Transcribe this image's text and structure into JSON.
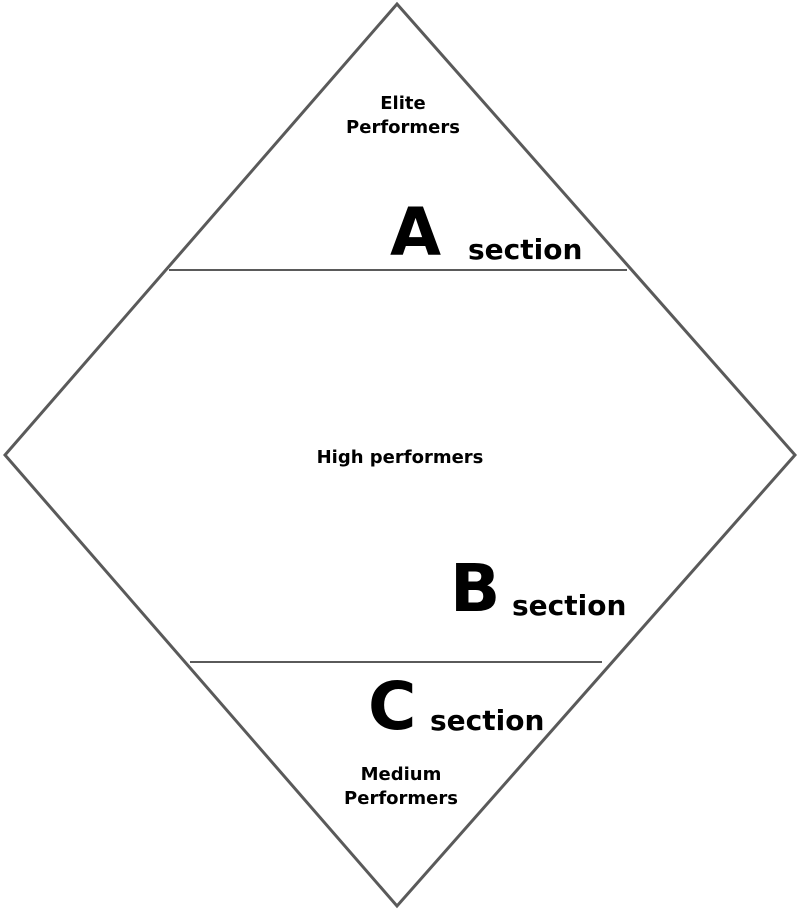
{
  "regions": {
    "a": {
      "label_line1": "Elite",
      "label_line2": "Performers",
      "letter": "A",
      "word": "section"
    },
    "b": {
      "label": "High performers",
      "letter": "B",
      "word": "section"
    },
    "c": {
      "label_line1": "Medium",
      "label_line2": "Performers",
      "letter": "C",
      "word": "section"
    }
  },
  "colors": {
    "outline": "#5a5a5a",
    "text": "#000000",
    "background": "#ffffff"
  }
}
